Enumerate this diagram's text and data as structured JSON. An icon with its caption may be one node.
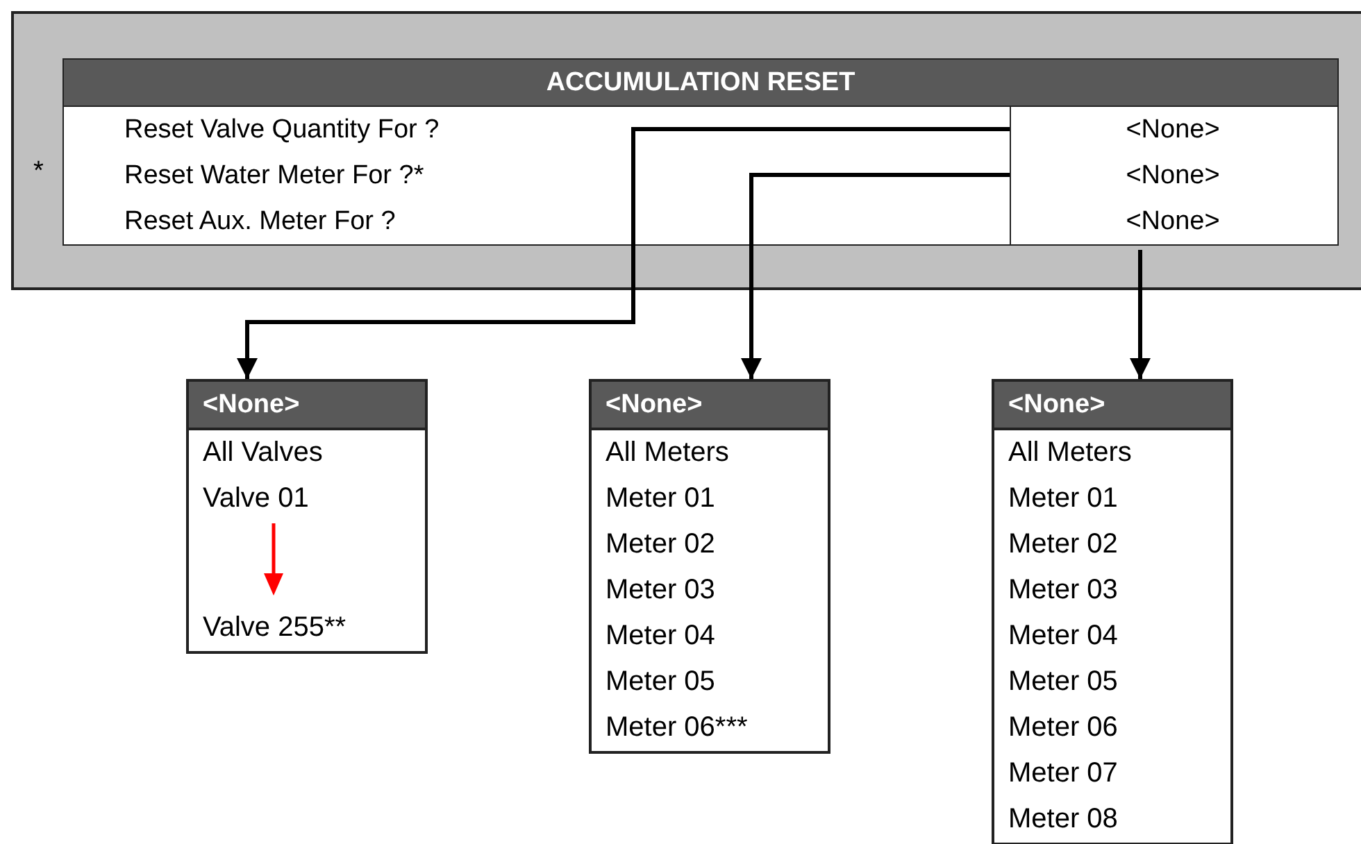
{
  "diagram": {
    "nodes": [
      {
        "text": [],
        "shape": "box"
      },
      {
        "text": [
          "ACCUMULATION RESET"
        ],
        "in": 0
      },
      {
        "text": [
          "Reset Valve Quantity For ?"
        ],
        "in": 1
      },
      {
        "text": [
          "<None>"
        ],
        "in": 1
      },
      {
        "text": [
          "Reset Water Meter For ?*"
        ],
        "in": 1
      },
      {
        "text": [
          "<None>"
        ],
        "in": 1
      },
      {
        "text": [
          "Reset Aux. Meter For ?"
        ],
        "in": 1
      },
      {
        "text": [
          "<None>"
        ],
        "in": 1
      },
      {
        "text": [
          "<None>",
          "All Valves",
          "Valve 01",
          "Valve 255**"
        ]
      },
      {
        "text": [
          "<None>",
          "All Meters",
          "Meter 01",
          "Meter 02",
          "Meter 03",
          "Meter 04",
          "Meter 05",
          "Meter 06***"
        ]
      },
      {
        "text": [
          "<None>",
          "All Meters",
          "Meter 01",
          "Meter 02",
          "Meter 03",
          "Meter 04",
          "Meter 05",
          "Meter 06",
          "Meter 07",
          "Meter 08"
        ]
      }
    ],
    "edges": [
      {
        "from": 3,
        "to": 8,
        "arrow": "to"
      },
      {
        "from": 5,
        "to": 9,
        "arrow": "to"
      },
      {
        "from": 7,
        "to": 10,
        "arrow": "to"
      }
    ],
    "labels": [
      "*"
    ]
  }
}
